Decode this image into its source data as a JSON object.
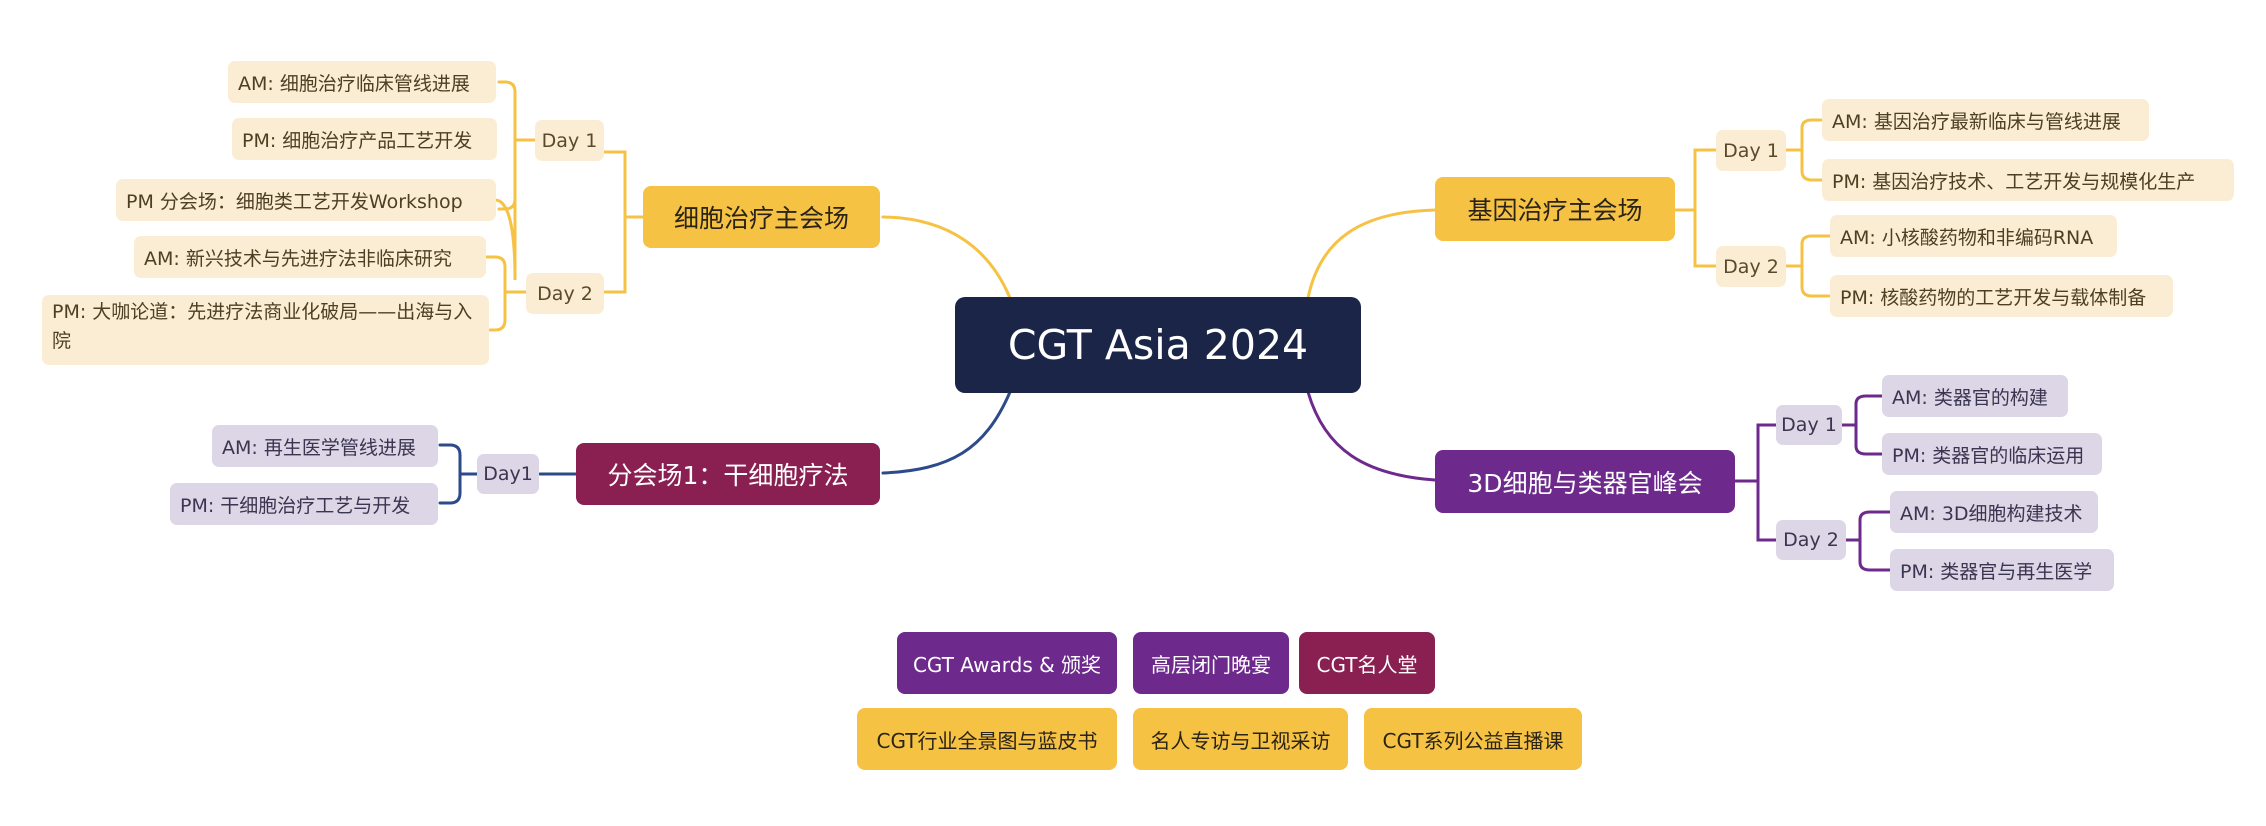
{
  "root": {
    "label": "CGT Asia 2024"
  },
  "cell_main": {
    "label": "细胞治疗主会场",
    "day1": {
      "label": "Day 1",
      "am": "AM: 细胞治疗临床管线进展",
      "pm": "PM: 细胞治疗产品工艺开发",
      "pm_sub": "PM 分会场：细胞类工艺开发Workshop"
    },
    "day2": {
      "label": "Day 2",
      "am": "AM: 新兴技术与先进疗法非临床研究",
      "pm": "PM: 大咖论道：先进疗法商业化破局——出海与入院"
    }
  },
  "stem_cell": {
    "label": "分会场1：干细胞疗法",
    "day1": {
      "label": "Day1",
      "am": "AM: 再生医学管线进展",
      "pm": "PM: 干细胞治疗工艺与开发"
    }
  },
  "gene_main": {
    "label": "基因治疗主会场",
    "day1": {
      "label": "Day 1",
      "am": "AM: 基因治疗最新临床与管线进展",
      "pm": "PM: 基因治疗技术、工艺开发与规模化生产"
    },
    "day2": {
      "label": "Day 2",
      "am": "AM: 小核酸药物和非编码RNA",
      "pm": "PM: 核酸药物的工艺开发与载体制备"
    }
  },
  "organoid": {
    "label": "3D细胞与类器官峰会",
    "day1": {
      "label": "Day 1",
      "am": "AM: 类器官的构建",
      "pm": "PM: 类器官的临床运用"
    },
    "day2": {
      "label": "Day 2",
      "am": "AM: 3D细胞构建技术",
      "pm": "PM: 类器官与再生医学"
    }
  },
  "extras": {
    "awards": "CGT Awards & 颁奖",
    "dinner": "高层闭门晚宴",
    "hall_of_fame": "CGT名人堂",
    "landscape": "CGT行业全景图与蓝皮书",
    "interviews": "名人专访与卫视采访",
    "livestream": "CGT系列公益直播课"
  },
  "colors": {
    "root": "#1b2547",
    "gold": "#f6c244",
    "maroon": "#8a2052",
    "purple": "#6d2a8c",
    "navy_line": "#2d4a8a",
    "cream": "#faedd3",
    "lavender": "#ddd6e6"
  }
}
